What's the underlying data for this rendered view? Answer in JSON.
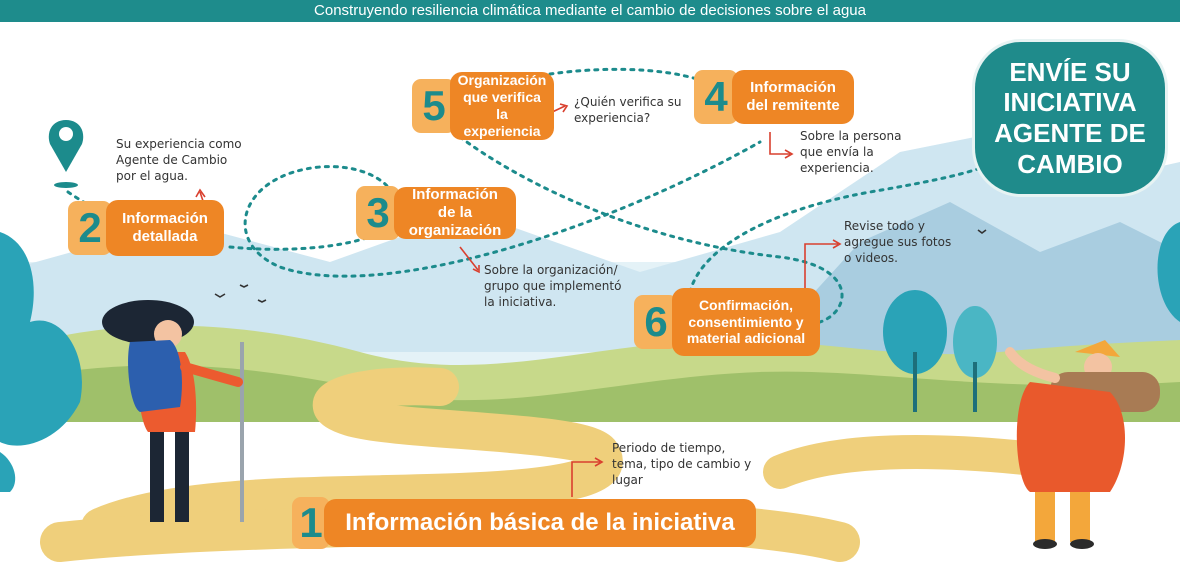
{
  "banner": {
    "text": "Construyendo resiliencia climática mediante el cambio de decisiones sobre el agua"
  },
  "cta": {
    "text": "ENVÍE SU INICIATIVA AGENTE DE CAMBIO"
  },
  "steps": [
    {
      "number": "1",
      "label": "Información básica de la iniciativa",
      "note": "Periodo de tiempo, tema, tipo de cambio y lugar"
    },
    {
      "number": "2",
      "label": "Información detallada",
      "note": "Su experiencia como Agente de Cambio por el agua."
    },
    {
      "number": "3",
      "label": "Información de la organización",
      "note": "Sobre la organización/ grupo que implementó la iniciativa."
    },
    {
      "number": "4",
      "label": "Información del remitente",
      "note": "Sobre la persona que envía la experiencia."
    },
    {
      "number": "5",
      "label": "Organización que verifica la experiencia",
      "note": "¿Quién verifica su experiencia?"
    },
    {
      "number": "6",
      "label": "Confirmación, consentimiento y material adicional",
      "note": "Revise todo y agregue sus fotos o videos."
    }
  ],
  "colors": {
    "teal": "#1e8c8c",
    "orange": "#ee8625",
    "light_orange": "#f6b15c",
    "path_sand": "#edc86a"
  },
  "icons": [
    "location-pin-icon",
    "hiker-woman-illustration",
    "hiker-man-illustration",
    "bird-icon",
    "tree-icon",
    "arrow-icon"
  ]
}
